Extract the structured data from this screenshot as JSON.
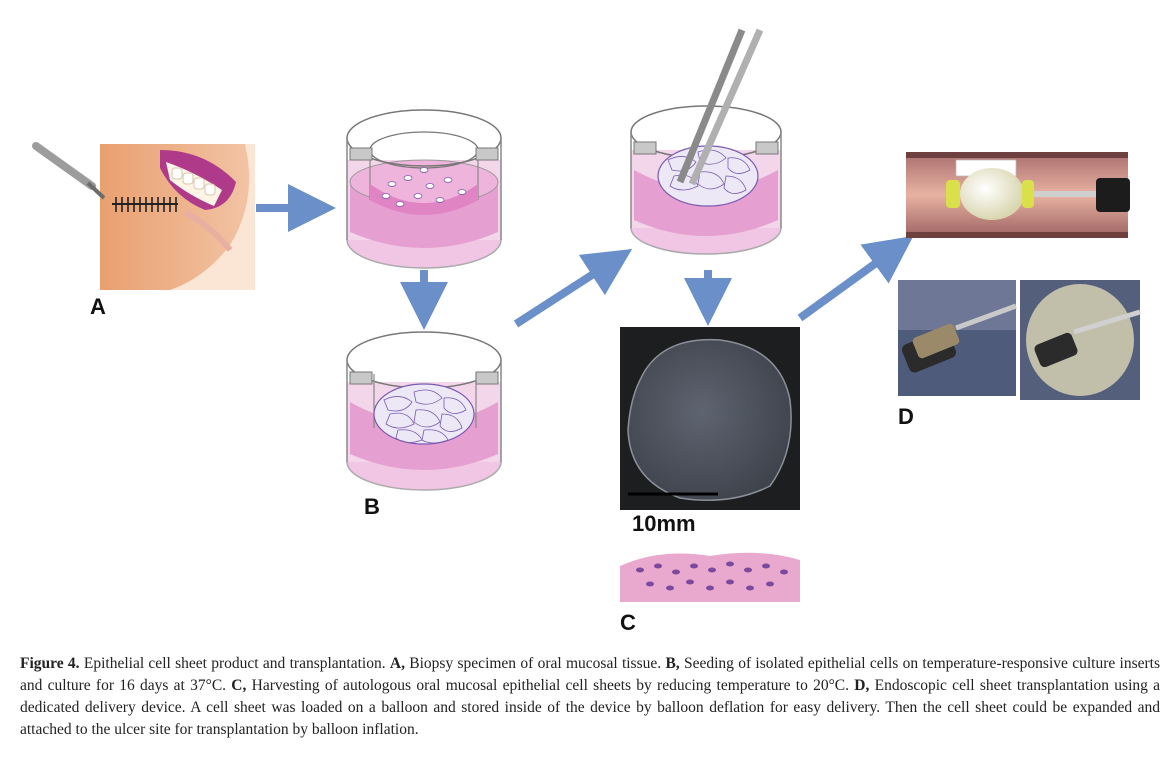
{
  "panels": {
    "a": "A",
    "b": "B",
    "c": "C",
    "d": "D"
  },
  "scale_bar": "10mm",
  "caption": {
    "figure_label": "Figure 4.",
    "intro": " Epithelial cell sheet product and transplantation. ",
    "a_label": "A,",
    "a_text": " Biopsy specimen of oral mucosal tissue. ",
    "b_label": "B,",
    "b_text": " Seeding of isolated epithelial cells on temperature-responsive culture inserts and culture for 16 days at 37°C. ",
    "c_label": "C,",
    "c_text": " Harvesting of autologous oral mucosal epithelial cell sheets by reducing temperature to 20°C. ",
    "d_label": "D,",
    "d_text": " Endoscopic cell sheet transplantation using a dedicated delivery device. A cell sheet was loaded on a balloon and stored inside of the device by balloon deflation for easy delivery. Then the cell sheet could be expanded and attached to the ulcer site for transplantation by balloon inflation."
  },
  "colors": {
    "arrow": "#6a8fc9",
    "medium": "#e7a9d6",
    "skin": "#e8a87c",
    "lip": "#b03a8a"
  }
}
